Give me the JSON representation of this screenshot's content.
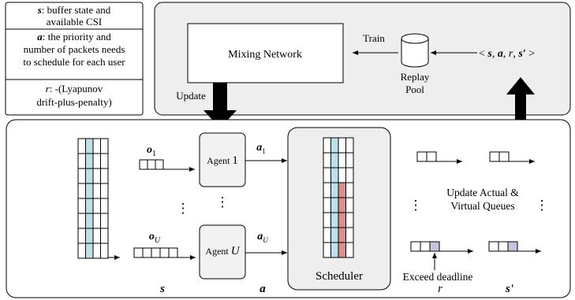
{
  "legend": {
    "s_symbol": "s",
    "s_text_line1": ": buffer state and",
    "s_text_line2": "available CSI",
    "a_symbol": "a",
    "a_text_line1": ": the priority and",
    "a_text_line2": "number of packets needs",
    "a_text_line3": "to schedule for each user",
    "r_symbol": "r",
    "r_text_line1": ": -(Lyapunov",
    "r_text_line2": "drift-plus-penalty)"
  },
  "top_panel": {
    "mixing_network": "Mixing Network",
    "train": "Train",
    "replay_line1": "Replay",
    "replay_line2": "Pool",
    "tuple_open": "<",
    "tuple_s": "s",
    "tuple_c1": ",",
    "tuple_a": "a",
    "tuple_c2": ",",
    "tuple_r": "r",
    "tuple_c3": ",",
    "tuple_sp": "s′",
    "tuple_close": ">",
    "update": "Update"
  },
  "bottom_panel": {
    "o1": "o",
    "o1_sub": "1",
    "oU": "o",
    "oU_sub": "U",
    "agent1": "Agent",
    "agent1_idx": "1",
    "agentU": "Agent",
    "agentU_idx": "U",
    "a1": "a",
    "a1_sub": "1",
    "aU": "a",
    "aU_sub": "U",
    "vdots": "⋮",
    "scheduler": "Scheduler",
    "update_queues_line1": "Update Actual &",
    "update_queues_line2": "Virtual Queues",
    "exceed_deadline": "Exceed deadline",
    "label_s": "s",
    "label_a": "a",
    "label_r": "r",
    "label_sp": "s'"
  },
  "colors": {
    "blue_fill": "#bde0ea",
    "red_fill": "#d9908a",
    "purple_fill": "#cbc2e0",
    "panel_fill": "#eeeeee",
    "box_fill": "#f2f2f2",
    "stroke": "#000000"
  }
}
